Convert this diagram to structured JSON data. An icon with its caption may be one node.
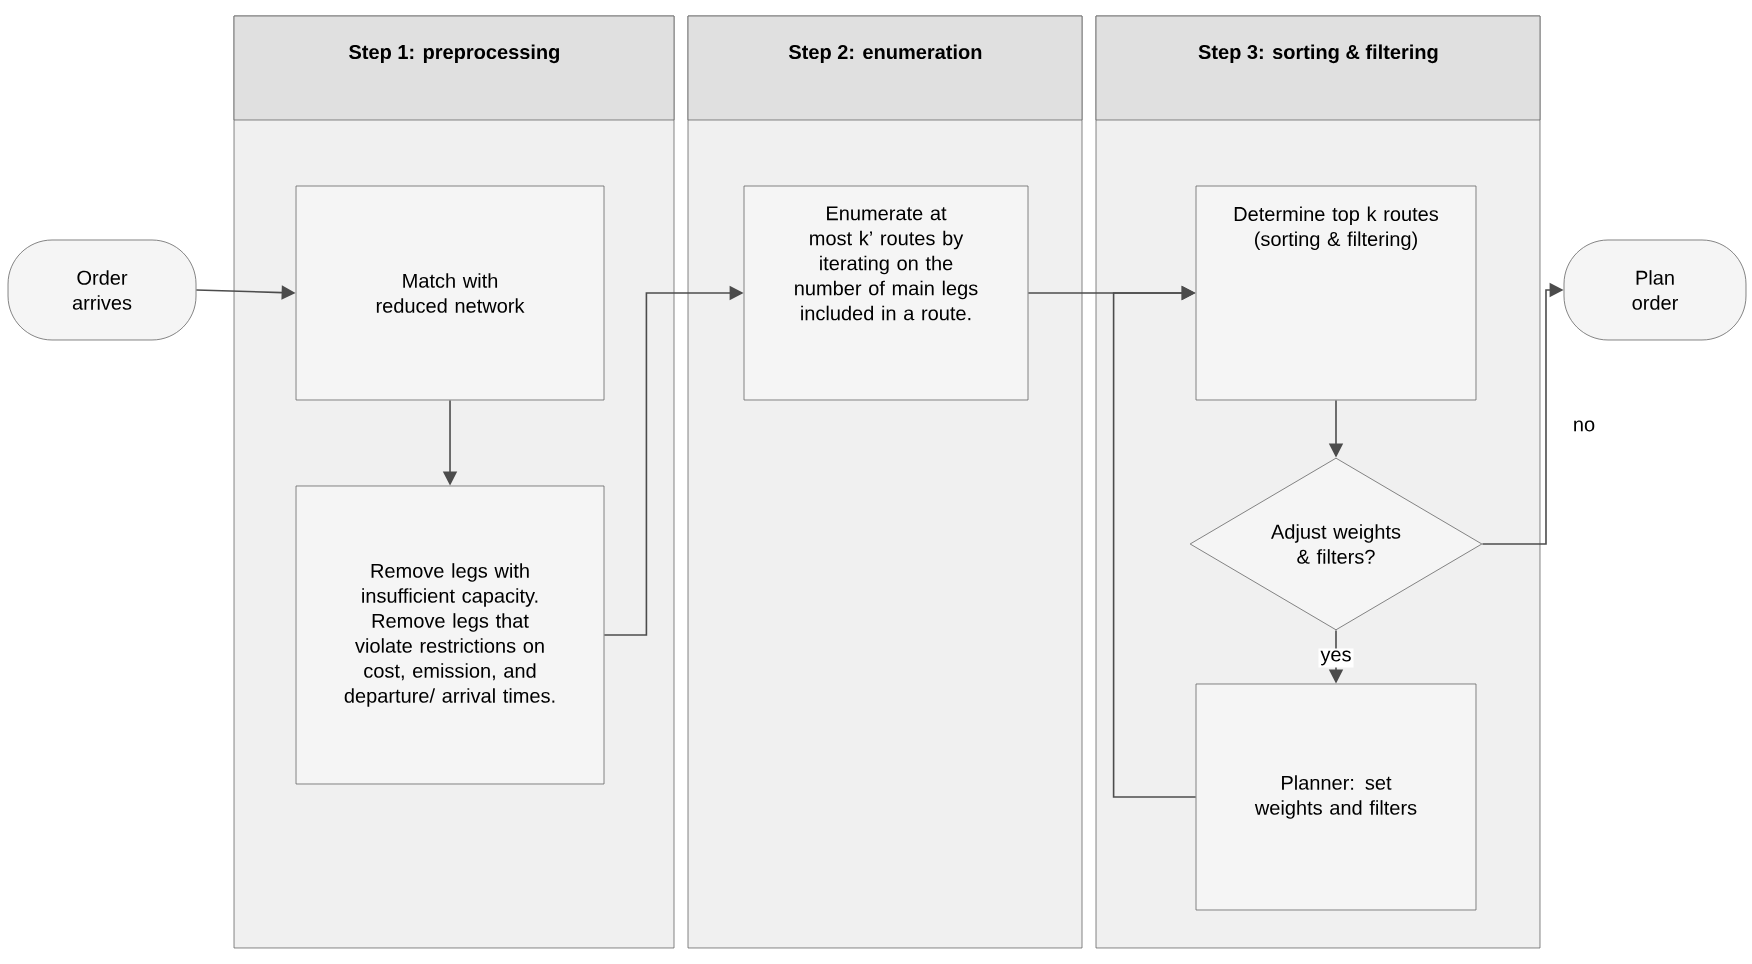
{
  "diagram": {
    "nodes": [
      {
        "text": [
          "Step 1: preprocessing"
        ]
      },
      {
        "text": [
          "Step 2: enumeration"
        ]
      },
      {
        "text": [
          "Step 3: sorting & filtering"
        ]
      },
      {
        "text": [
          "Order arrives"
        ]
      },
      {
        "text": [
          "Match with reduced network"
        ],
        "in": 0
      },
      {
        "text": [
          "Remove legs with insufficient capacity. Remove legs that violate restrictions on cost, emission, and departure/ arrival times."
        ],
        "in": 0
      },
      {
        "text": [
          "Enumerate at most k’ routes by iterating on the number of main legs included in a route."
        ],
        "in": 1
      },
      {
        "text": [
          "Determine top k routes (sorting & filtering)"
        ],
        "in": 2
      },
      {
        "text": [
          "Adjust weights & filters?"
        ],
        "in": 2
      },
      {
        "text": [
          "Planner: set weights and filters"
        ],
        "in": 2
      },
      {
        "text": [
          "Plan order"
        ]
      }
    ],
    "edges": [
      {
        "from": 3,
        "to": 4,
        "arrow": "to"
      },
      {
        "from": 4,
        "to": 5,
        "arrow": "to"
      },
      {
        "from": 5,
        "to": 6,
        "arrow": "to"
      },
      {
        "from": 6,
        "to": 7,
        "arrow": "to"
      },
      {
        "from": 9,
        "to": 7,
        "arrow": "to"
      },
      {
        "from": 7,
        "to": 8,
        "arrow": "to"
      },
      {
        "from": 8,
        "to": 10,
        "arrow": "to",
        "label": "no"
      },
      {
        "from": 8,
        "to": 9,
        "arrow": "to",
        "label": "yes"
      }
    ]
  }
}
